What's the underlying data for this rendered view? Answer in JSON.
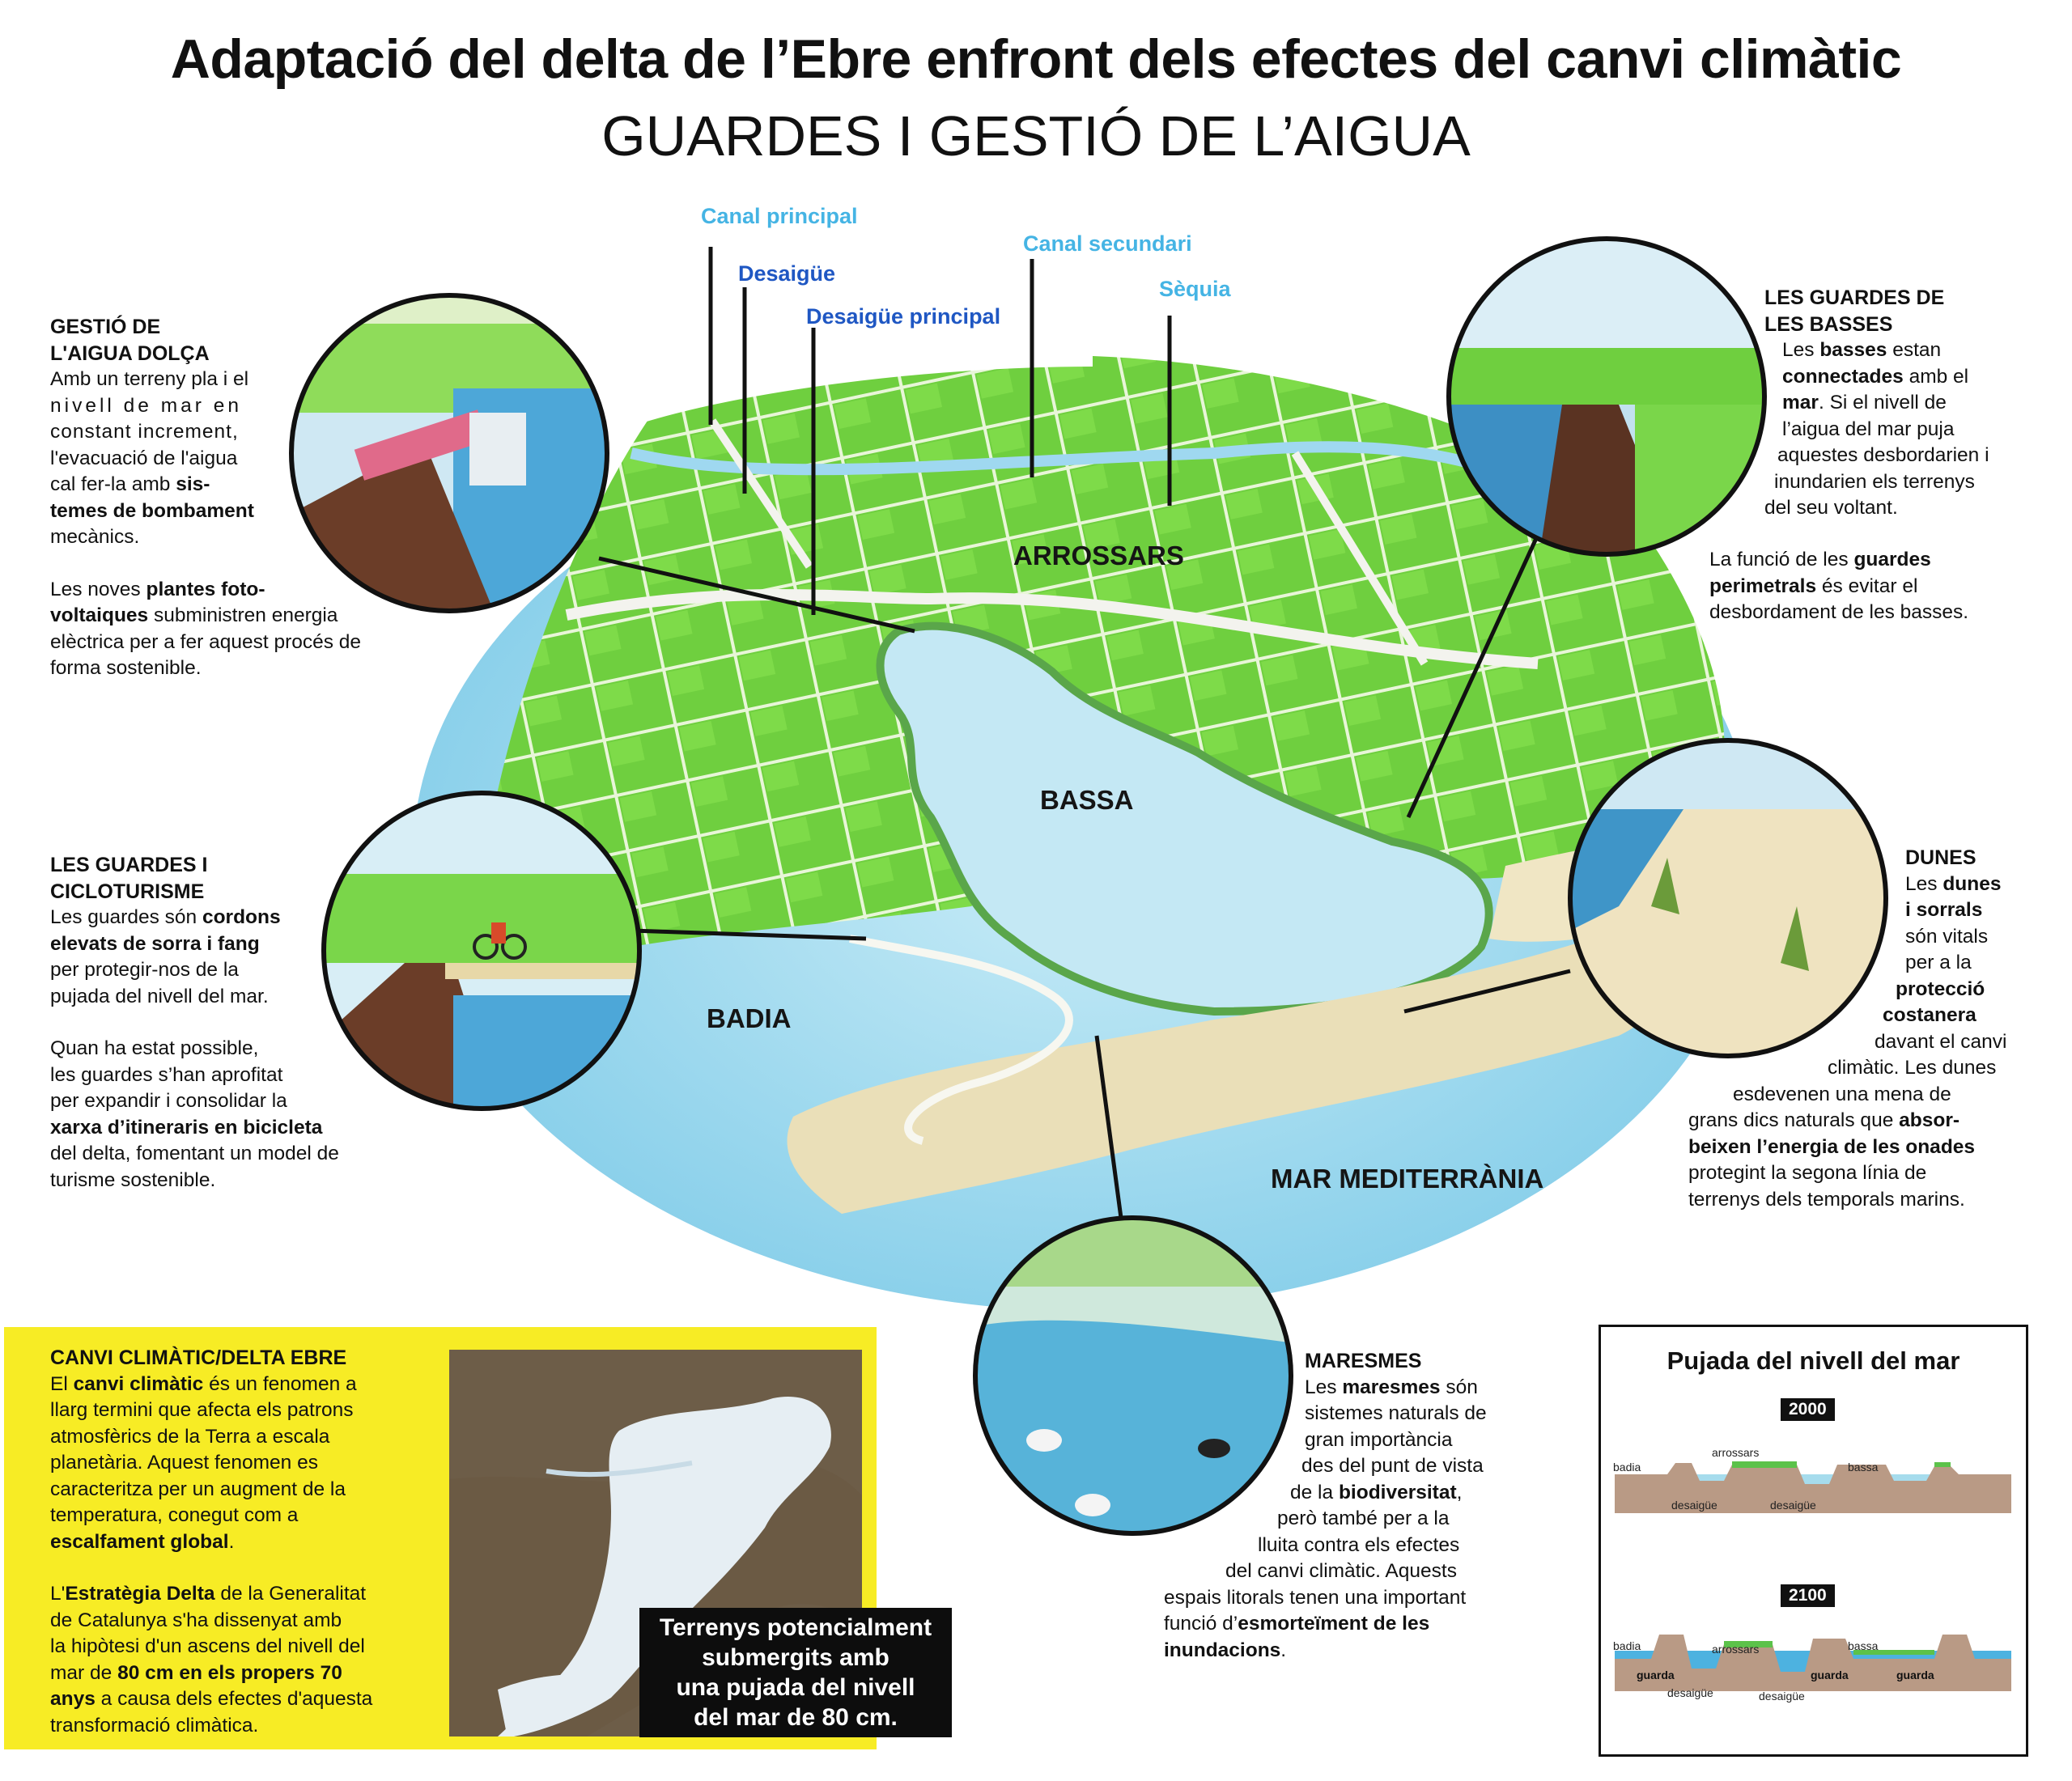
{
  "title": "Adaptació del delta de l’Ebre enfront dels efectes del canvi climàtic",
  "subtitle": "GUARDES I GESTIÓ DE L’AIGUA",
  "colors": {
    "label_light_blue": "#45b4e4",
    "label_dark_blue": "#1f57c3",
    "yellow_panel": "#f7ec25",
    "rice_green": "#6fcf3f",
    "water_blue": "#a9dcef"
  },
  "top_labels": {
    "canal_principal": "Canal principal",
    "desaigue": "Desaigüe",
    "desaigue_principal": "Desaigüe principal",
    "canal_secundari": "Canal secundari",
    "sequia": "Sèquia"
  },
  "map_labels": {
    "arrossars": "ARROSSARS",
    "bassa": "BASSA",
    "badia": "BADIA",
    "mar": "MAR MEDITERRÀNIA"
  },
  "aigua_dolca": {
    "heading_1": "GESTIÓ DE",
    "heading_2": "L'AIGUA DOLÇA",
    "p1_a": "Amb un terreny pla i el",
    "p1_b": "nivell de mar en",
    "p1_c": "constant increment,",
    "p1_d": "l'evacuació de l'aigua",
    "p1_e": "cal fer-la amb",
    "p1_e_bold": "sis-",
    "p1_f_bold": "temes de bombament",
    "p1_g": "mecànics.",
    "p2_a": "Les noves",
    "p2_a_bold": "plantes foto-",
    "p2_b_bold": "voltaiques",
    "p2_b": "subministren energia",
    "p2_c": "elèctrica per a fer aquest procés de",
    "p2_d": "forma sostenible."
  },
  "cicloturisme": {
    "heading_1": "LES GUARDES I",
    "heading_2": "CICLOTURISME",
    "p1_a": "Les guardes són",
    "p1_a_bold": "cordons",
    "p1_b_bold": "elevats de sorra i fang",
    "p1_c": "per protegir-nos de la",
    "p1_d": "pujada del nivell del mar.",
    "p2_a": "Quan ha estat possible,",
    "p2_b": "les guardes s’han aprofitat",
    "p2_c": "per expandir i consolidar la",
    "p2_d_bold": "xarxa d’itineraris en bicicleta",
    "p2_e": "del delta, fomentant un model de",
    "p2_f": "turisme sostenible."
  },
  "basses": {
    "heading_1": "LES GUARDES DE",
    "heading_2": "LES BASSES",
    "p1_a": "Les",
    "p1_a_bold": "basses",
    "p1_a2": "estan",
    "p1_b_bold": "connectades",
    "p1_b": "amb el",
    "p1_c_bold": "mar",
    "p1_c": ". Si el nivell de",
    "p1_d": "l’aigua del mar puja",
    "p1_e": "aquestes desbordarien i",
    "p1_f": "inundarien els terrenys",
    "p1_g": "del seu voltant.",
    "p2_a": "La funció de les",
    "p2_a_bold": "guardes",
    "p2_b_bold": "perimetrals",
    "p2_b": "és evitar el",
    "p2_c": "desbordament de les basses."
  },
  "dunes": {
    "heading": "DUNES",
    "l1": "Les",
    "l1_bold": "dunes",
    "l2_bold": "i sorrals",
    "l3": "són vitals",
    "l4": "per a la",
    "l5_bold": "protecció",
    "l6_bold": "costanera",
    "l7": "davant el canvi",
    "l8": "climàtic. Les dunes",
    "l9": "esdevenen una mena de",
    "l10": "grans dics naturals que",
    "l10_bold": "absor-",
    "l11_bold": "beixen l’energia de les onades",
    "l12": "protegint la segona línia de",
    "l13": "terrenys dels temporals marins."
  },
  "maresmes": {
    "heading": "MARESMES",
    "l1": "Les",
    "l1_bold": "maresmes",
    "l1b": "són",
    "l2": "sistemes naturals de",
    "l3": "gran importància",
    "l4": "des del punt de vista",
    "l5": "de la",
    "l5_bold": "biodiversitat",
    "l5b": ",",
    "l6": "però també per a la",
    "l7": "lluita contra els efectes",
    "l8": "del canvi climàtic. Aquests",
    "l9": "espais litorals tenen una important",
    "l10": "funció d’",
    "l10_bold": "esmorteïment de les",
    "l11_bold": "inundacions",
    "l11": "."
  },
  "canvi": {
    "heading": "CANVI CLIMÀTIC/DELTA EBRE",
    "l1": "El",
    "l1_bold": "canvi climàtic",
    "l1b": "és un fenomen a",
    "l2": "llarg termini que afecta els patrons",
    "l3": "atmosfèrics de la Terra a escala",
    "l4": "planetària. Aquest fenomen es",
    "l5": "caracteritza per un augment de la",
    "l6": "temperatura, conegut com a",
    "l7_bold": "escalfament global",
    "l7": ".",
    "m1": "L'",
    "m1_bold": "Estratègia Delta",
    "m1b": "de la Generalitat",
    "m2": "de Catalunya s'ha dissenyat amb",
    "m3": "la hipòtesi d'un ascens del nivell del",
    "m4": "mar de",
    "m4_bold": "80 cm en els propers 70",
    "m5_bold": "anys",
    "m5": "a causa dels efectes d'aquesta",
    "m6": "transformació climàtica."
  },
  "satellite_caption": {
    "l1": "Terrenys potencialment",
    "l2": "submergits amb",
    "l3": "una pujada del nivell",
    "l4": "del mar de 80 cm."
  },
  "inset": {
    "title": "Pujada del nivell del mar",
    "year_1": "2000",
    "year_2": "2100",
    "badia": "badia",
    "arrossars": "arrossars",
    "bassa": "bassa",
    "desaigue": "desaigüe",
    "guarda": "guarda"
  }
}
